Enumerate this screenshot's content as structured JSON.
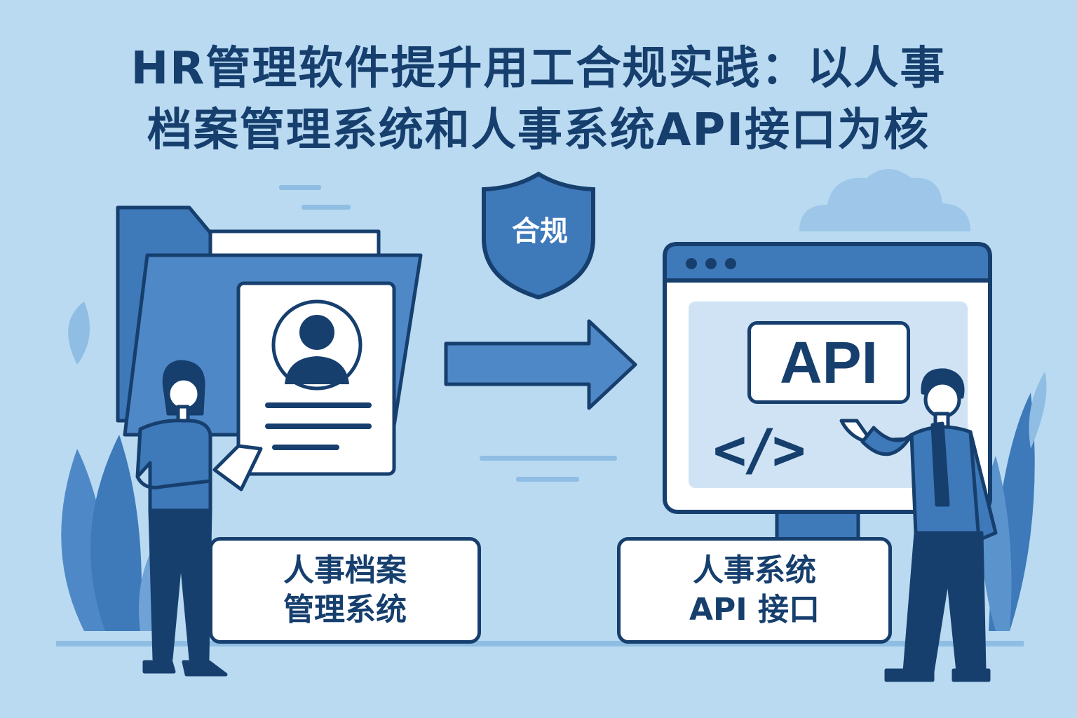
{
  "title": {
    "line1": "HR管理软件提升用工合规实践：以人事",
    "line2": "档案管理系统和人事系统API接口为核"
  },
  "shield": {
    "label": "合规"
  },
  "left_panel": {
    "line1": "人事档案",
    "line2": "管理系统"
  },
  "right_panel": {
    "line1": "人事系统",
    "line2": "API 接口"
  },
  "screen": {
    "api_badge": "API",
    "code_symbol": "</>"
  },
  "colors": {
    "background": "#b9daf1",
    "navy": "#163f6e",
    "blue": "#3e79ba",
    "light_blue": "#8fbde3",
    "white": "#ffffff"
  },
  "icons": [
    "folder-icon",
    "profile-card-icon",
    "shield-icon",
    "arrow-right-icon",
    "browser-window-icon",
    "code-icon",
    "cloud-icon",
    "leaf-icon"
  ]
}
